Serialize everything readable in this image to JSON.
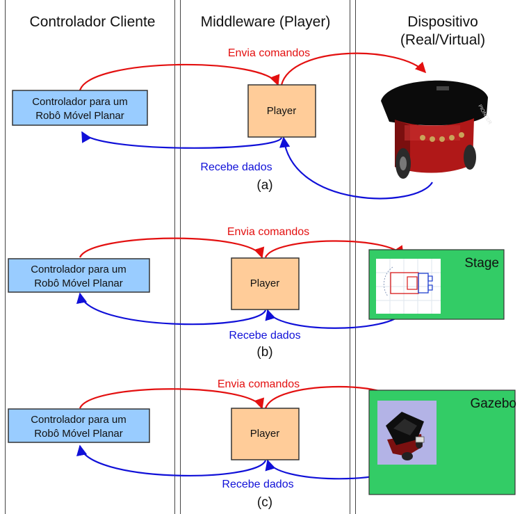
{
  "columns": {
    "client": "Controlador Cliente",
    "middleware": "Middleware (Player)",
    "device_line1": "Dispositivo",
    "device_line2": "(Real/Virtual)"
  },
  "colors": {
    "client_box": "#99ccff",
    "player_box": "#ffcc99",
    "send_arrow": "#e31010",
    "recv_arrow": "#1010d8",
    "sim_panel": "#33cc66",
    "gazebo_inner": "#b3b3e6"
  },
  "panels": [
    {
      "client_line1": "Controlador para um",
      "client_line2": "Robô Móvel Planar",
      "player": "Player",
      "send_label": "Envia comandos",
      "recv_label": "Recebe dados",
      "caption": "(a)",
      "device_icon": "pioneer-robot-photo"
    },
    {
      "client_line1": "Controlador para um",
      "client_line2": "Robô Móvel Planar",
      "player": "Player",
      "send_label": "Envia comandos",
      "recv_label": "Recebe dados",
      "caption": "(b)",
      "device_name": "Stage",
      "device_icon": "stage-simulator-robot"
    },
    {
      "client_line1": "Controlador para um",
      "client_line2": "Robô Móvel Planar",
      "player": "Player",
      "send_label": "Envia comandos",
      "recv_label": "Recebe dados",
      "caption": "(c)",
      "device_name": "Gazebo",
      "device_icon": "gazebo-simulator-robot"
    }
  ]
}
